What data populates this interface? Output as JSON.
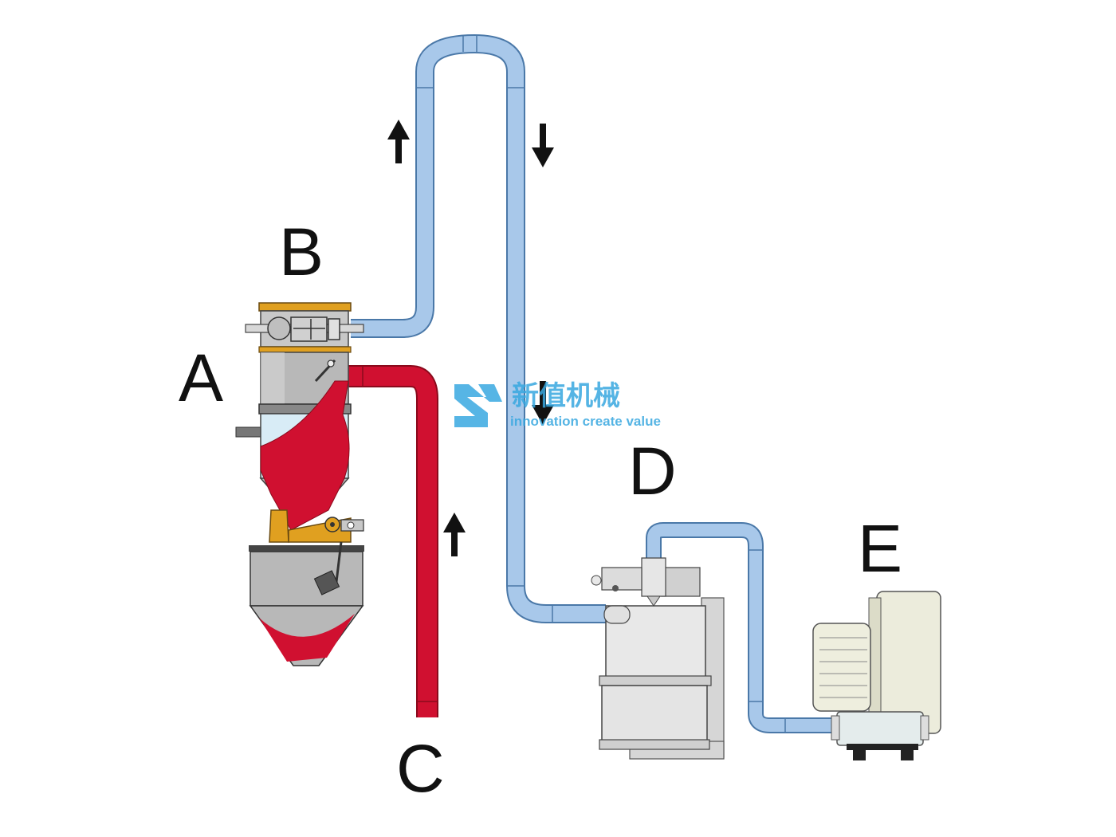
{
  "labels": {
    "a": "A",
    "b": "B",
    "c": "C",
    "d": "D",
    "e": "E"
  },
  "watermark": {
    "name_cn": "新值机械",
    "tagline": "innovation create value"
  },
  "colors": {
    "vacuum_line": "#a8c8ea",
    "vacuum_outline": "#4a78a8",
    "material_line": "#d01030",
    "steel": "#b8b8b8",
    "brass": "#e0a020",
    "watermark": "#38a8e0",
    "arrow": "#111111"
  }
}
